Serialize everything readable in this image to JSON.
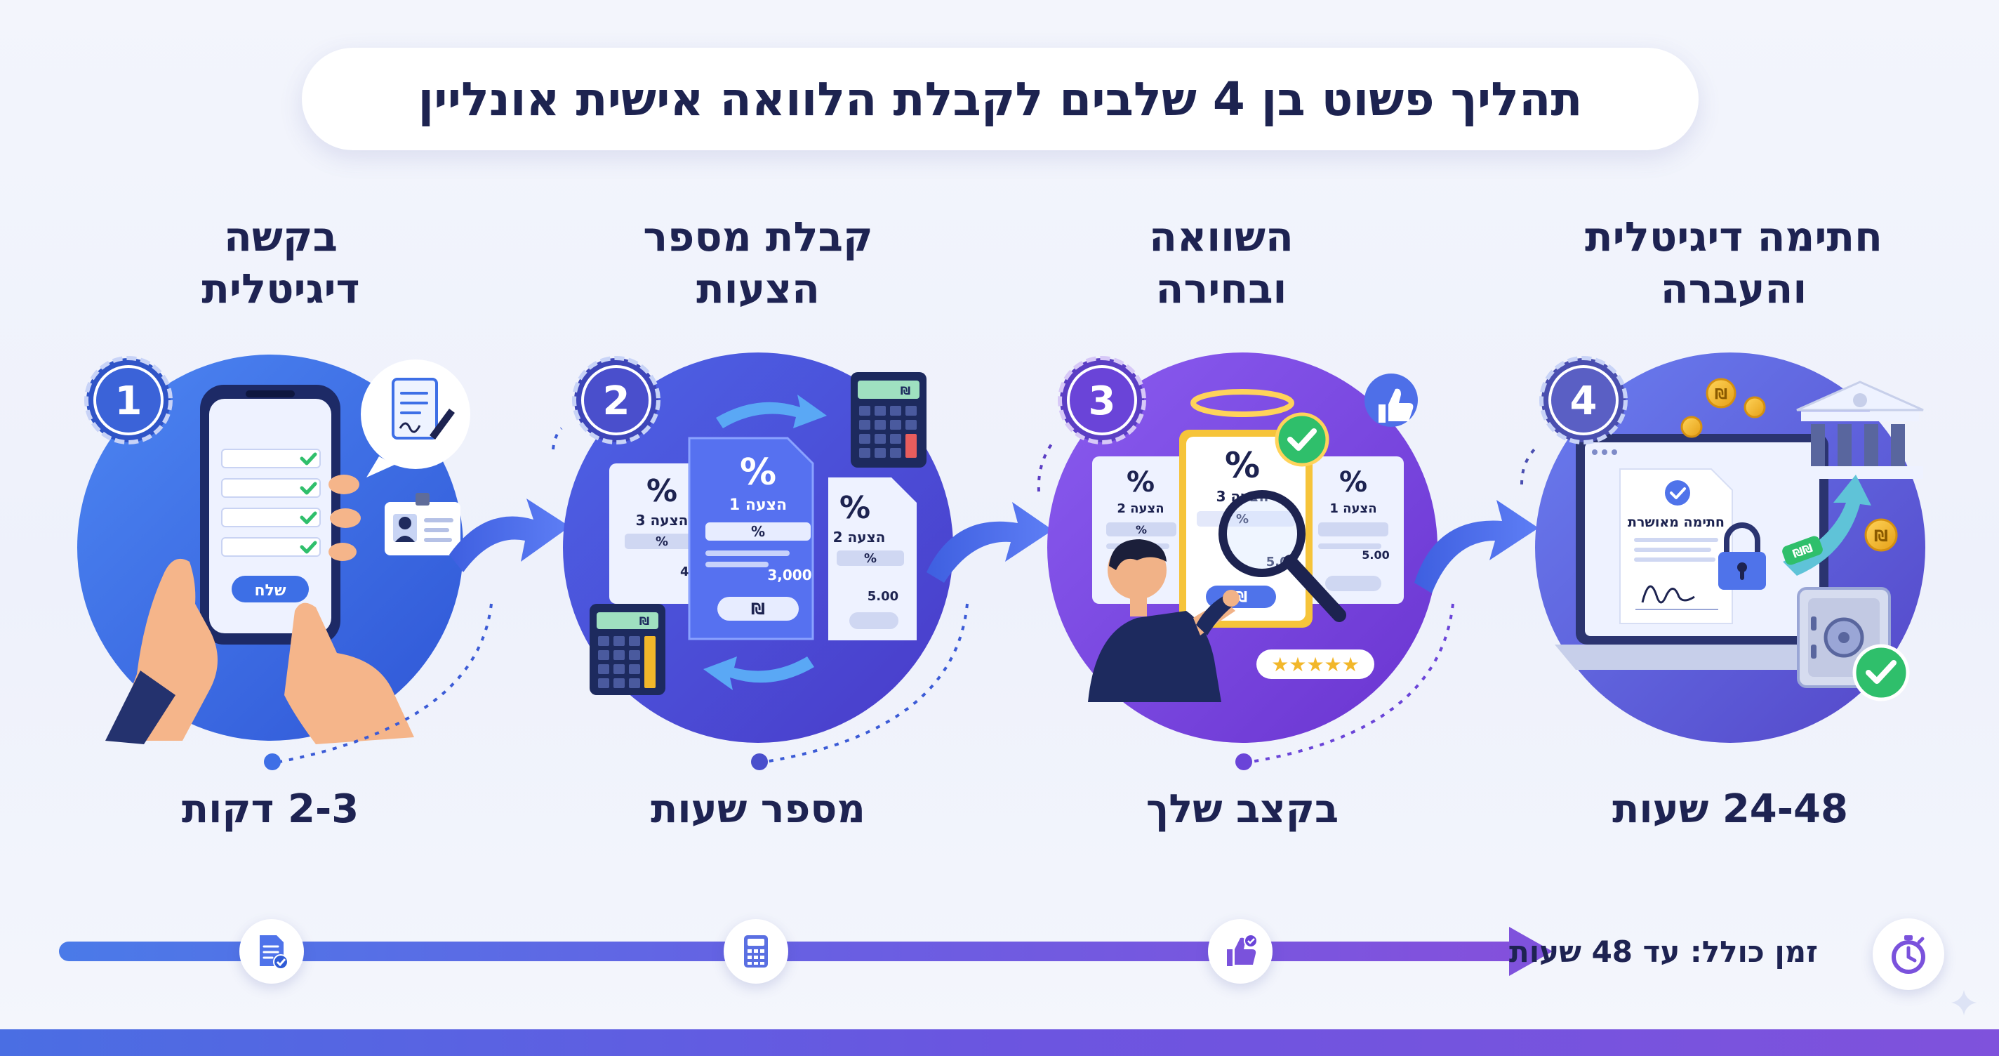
{
  "title": "תהליך פשוט בן 4 שלבים לקבלת הלוואה אישית אונליין",
  "steps": [
    {
      "number": "1",
      "title": "בקשה\nדיגיטלית",
      "time": "2-3 דקות"
    },
    {
      "number": "2",
      "title": "קבלת מספר\nהצעות",
      "time": "מספר שעות"
    },
    {
      "number": "3",
      "title": "השוואה\nובחירה",
      "time": "בקצב שלך"
    },
    {
      "number": "4",
      "title": "חתימה דיגיטלית\nוהעברה",
      "time": "24-48 שעות"
    }
  ],
  "illustrations": {
    "step1": {
      "send_button": "שלח"
    },
    "step2": {
      "offer_main_title": "הצעה 1",
      "offer_left_title": "הצעה 3",
      "offer_right_title": "הצעה 2",
      "percent": "%",
      "amount_main": "3,000",
      "amount_left": "4.0",
      "amount_right": "5.00",
      "currency": "₪"
    },
    "step3": {
      "offer_left_title": "הצעה 2",
      "offer_center_title": "הצעה 3",
      "offer_right_title": "הצעה 1",
      "percent": "%",
      "amount_center": "5.00",
      "amount_right": "5.00",
      "currency": "₪",
      "rating": "★★★★★"
    },
    "step4": {
      "document_title": "חתימה מאושרת",
      "transfer_label": "₪₪",
      "currency": "₪"
    }
  },
  "timeline": {
    "total_label": "זמן כולל: עד 48 שעות"
  },
  "icons": [
    "document-check-icon",
    "calculator-icon",
    "thumbs-up-icon",
    "stopwatch-icon"
  ],
  "colors": {
    "blue": "#3e6fe6",
    "indigo": "#5a4fd8",
    "purple": "#7e4ce0",
    "violet": "#6a5ce0",
    "check_green": "#2fbf6b",
    "gold": "#f2b72a",
    "navy_text": "#1e2352"
  }
}
